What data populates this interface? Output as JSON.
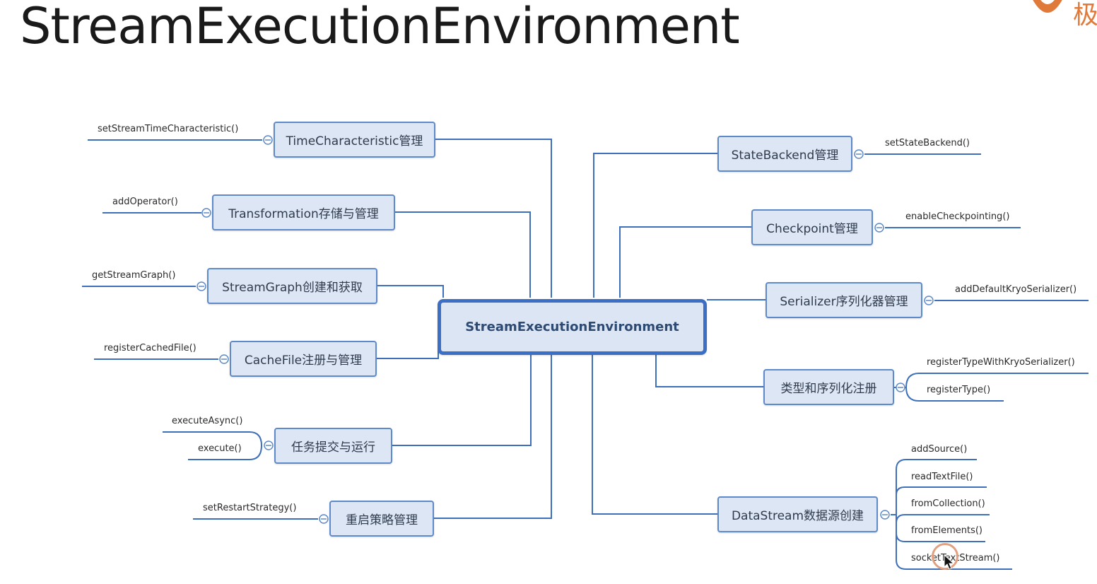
{
  "title": "StreamExecutionEnvironment",
  "logo": {
    "text": "极",
    "icon": "brand-logo-icon",
    "color": "#e07a3a"
  },
  "root": "StreamExecutionEnvironment",
  "colors": {
    "line": "#3e6fba",
    "node_fill": "#dce6f5",
    "node_border": "#5f8ac9"
  },
  "left": [
    {
      "label": "TimeCharacteristic管理",
      "children": [
        "setStreamTimeCharacteristic()"
      ]
    },
    {
      "label": "Transformation存储与管理",
      "children": [
        "addOperator()"
      ]
    },
    {
      "label": "StreamGraph创建和获取",
      "children": [
        "getStreamGraph()"
      ]
    },
    {
      "label": "CacheFile注册与管理",
      "children": [
        "registerCachedFile()"
      ]
    },
    {
      "label": "任务提交与运行",
      "children": [
        "executeAsync()",
        "execute()"
      ]
    },
    {
      "label": "重启策略管理",
      "children": [
        "setRestartStrategy()"
      ]
    }
  ],
  "right": [
    {
      "label": "StateBackend管理",
      "children": [
        "setStateBackend()"
      ]
    },
    {
      "label": "Checkpoint管理",
      "children": [
        "enableCheckpointing()"
      ]
    },
    {
      "label": "Serializer序列化器管理",
      "children": [
        "addDefaultKryoSerializer()"
      ]
    },
    {
      "label": "类型和序列化注册",
      "children": [
        "registerTypeWithKryoSerializer()",
        "registerType()"
      ]
    },
    {
      "label": "DataStream数据源创建",
      "children": [
        "addSource()",
        "readTextFile()",
        "fromCollection()",
        "fromElements()",
        "socketTextStream()"
      ]
    }
  ]
}
